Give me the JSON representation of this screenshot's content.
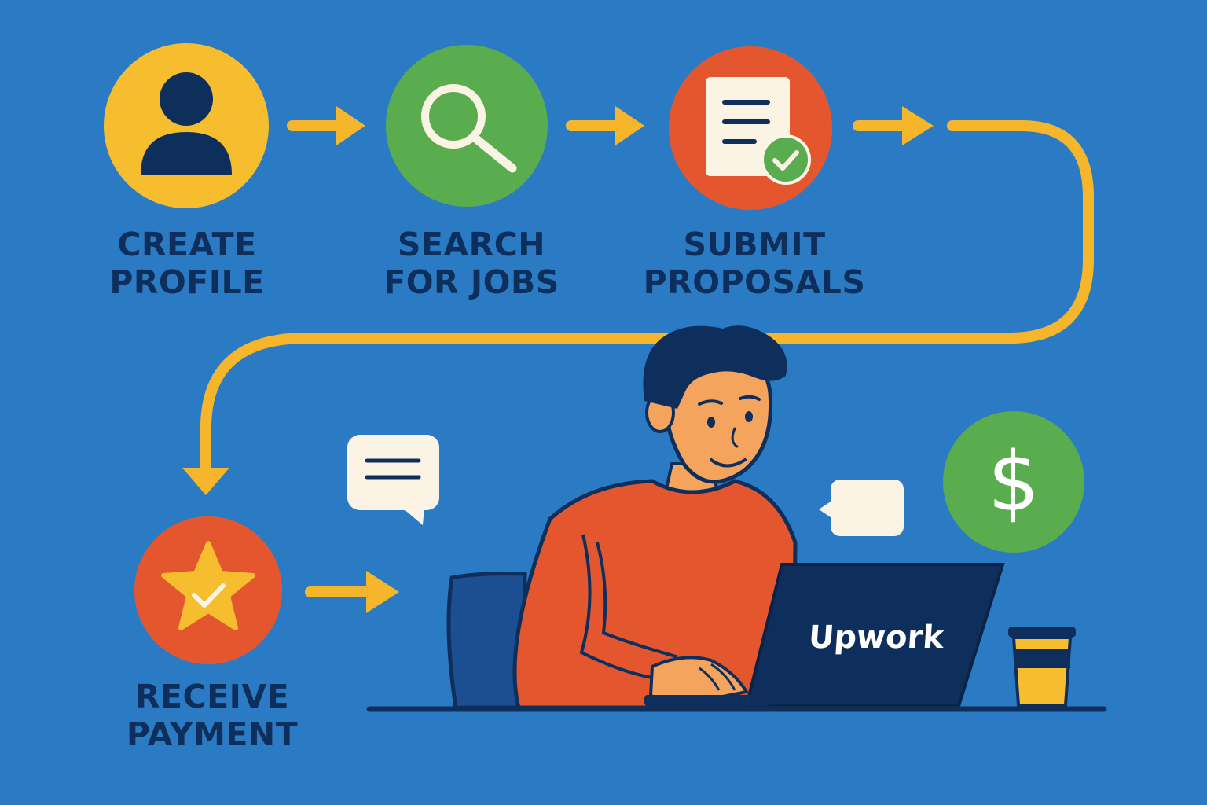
{
  "steps": [
    {
      "line1": "CREATE",
      "line2": "PROFILE",
      "icon": "person-icon",
      "color": "#f6bd2f"
    },
    {
      "line1": "SEARCH",
      "line2": "FOR JOBS",
      "icon": "magnifier-icon",
      "color": "#5aad4e"
    },
    {
      "line1": "SUBMIT",
      "line2": "PROPOSALS",
      "icon": "document-check-icon",
      "color": "#e4572e"
    },
    {
      "line1": "RECEIVE",
      "line2": "PAYMENT",
      "icon": "star-check-icon",
      "color": "#e4572e"
    }
  ],
  "laptop": {
    "brand": "Upwork"
  },
  "payment_badge": {
    "symbol": "$",
    "color": "#5aad4e"
  },
  "colors": {
    "background": "#2b7bc4",
    "arrow": "#f6b62b",
    "navy": "#0e2f5c",
    "shirt": "#e4572e",
    "skin": "#f4a45d",
    "bubble": "#fbf3e4"
  }
}
